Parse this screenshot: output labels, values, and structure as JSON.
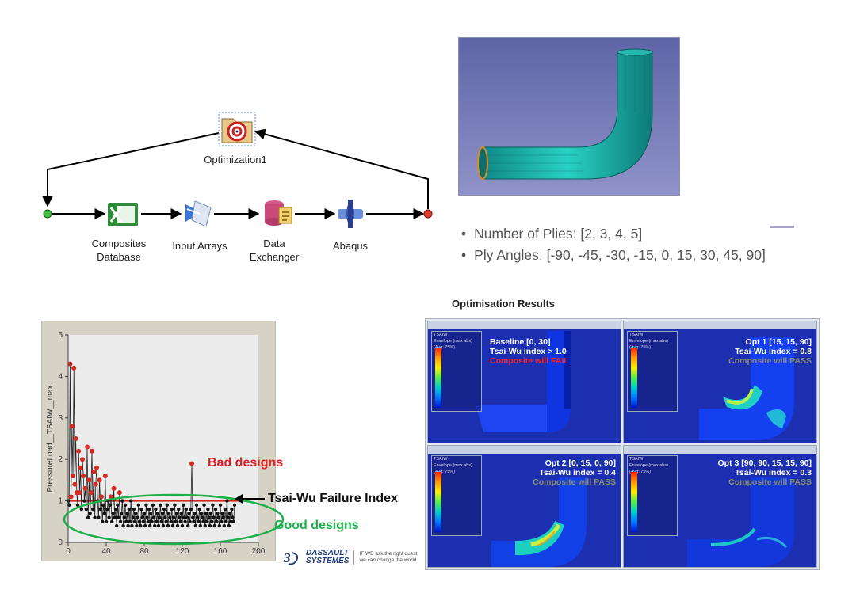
{
  "workflow": {
    "optimization_label": "Optimization1",
    "steps": [
      {
        "name": "composites-database",
        "label_line1": "Composites",
        "label_line2": "Database"
      },
      {
        "name": "input-arrays",
        "label_line1": "Input Arrays",
        "label_line2": ""
      },
      {
        "name": "data-exchanger",
        "label_line1": "Data",
        "label_line2": "Exchanger"
      },
      {
        "name": "abaqus",
        "label_line1": "Abaqus",
        "label_line2": ""
      }
    ]
  },
  "parameters": {
    "bullet_char": "•",
    "items": [
      {
        "text": "Number of Plies: [2, 3, 4, 5]"
      },
      {
        "text": "Ply Angles: [-90, -45, -30, -15, 0, 15, 30, 45, 90]"
      }
    ]
  },
  "results": {
    "title": "Optimisation Results",
    "legend_title": "TSAIW",
    "legend_sub1": "Envelope (max abs)",
    "legend_sub2": "(Avg: 75%)",
    "panels": [
      {
        "line1": "Baseline [0, 30]",
        "line2": "Tsai-Wu index > 1.0",
        "line3": "Composite will FAIL",
        "line3_color": "#ff2020"
      },
      {
        "line1": "Opt 1 [15, 15, 90]",
        "line2": "Tsai-Wu index = 0.8",
        "line3": "Composite will PASS",
        "line3_color": "#8a8a6a"
      },
      {
        "line1": "Opt 2 [0, 15, 0, 90]",
        "line2": "Tsai-Wu index = 0.4",
        "line3": "Composite will PASS",
        "line3_color": "#8a8a6a"
      },
      {
        "line1": "Opt 3 [90, 90, 15, 15, 90]",
        "line2": "Tsai-Wu index = 0.3",
        "line3": "Composite will PASS",
        "line3_color": "#8a8a6a"
      }
    ]
  },
  "annotations": {
    "bad": "Bad designs",
    "bad_color": "#e02020",
    "failure_index": "Tsai-Wu Failure Index",
    "good": "Good designs",
    "good_color": "#1db04a"
  },
  "logo": {
    "brand_line1": "DASSAULT",
    "brand_line2": "SYSTEMES",
    "tag1": "IF WE ask the right quest",
    "tag2": "we can change the world"
  },
  "chart_data": {
    "type": "scatter",
    "title": "",
    "xlabel": "",
    "ylabel": "PressureLoad__TSAIW__max",
    "xlim": [
      0,
      200
    ],
    "ylim": [
      0,
      5
    ],
    "x_ticks": [
      0,
      40,
      80,
      120,
      160,
      200
    ],
    "y_ticks": [
      0,
      1,
      2,
      3,
      4,
      5
    ],
    "threshold": 1.0,
    "colors": {
      "good": "#111111",
      "bad": "#d42a1e",
      "line": "#222222",
      "threshold": "#d42a1e"
    },
    "series": [
      {
        "x": [
          0,
          1,
          2,
          3,
          4,
          5,
          6,
          7,
          8,
          9,
          10,
          11,
          12,
          13,
          14,
          15,
          16,
          17,
          18,
          19,
          20,
          21,
          22,
          23,
          24,
          25,
          26,
          27,
          28,
          29,
          30,
          31,
          32,
          33,
          34,
          35,
          36,
          37,
          38,
          39,
          40,
          41,
          42,
          43,
          44,
          45,
          46,
          47,
          48,
          49,
          50,
          51,
          52,
          53,
          54,
          55,
          56,
          57,
          58,
          59,
          60,
          61,
          62,
          63,
          64,
          65,
          66,
          67,
          68,
          69,
          70,
          71,
          72,
          73,
          74,
          75,
          76,
          77,
          78,
          79,
          80,
          81,
          82,
          83,
          84,
          85,
          86,
          87,
          88,
          89,
          90,
          91,
          92,
          93,
          94,
          95,
          96,
          97,
          98,
          99,
          100,
          101,
          102,
          103,
          104,
          105,
          106,
          107,
          108,
          109,
          110,
          111,
          112,
          113,
          114,
          115,
          116,
          117,
          118,
          119,
          120,
          121,
          122,
          123,
          124,
          125,
          126,
          127,
          128,
          129,
          130,
          131,
          132,
          133,
          134,
          135,
          136,
          137,
          138,
          139,
          140,
          141,
          142,
          143,
          144,
          145,
          146,
          147,
          148,
          149,
          150,
          151,
          152,
          153,
          154,
          155,
          156,
          157,
          158,
          159,
          160,
          161,
          162,
          163,
          164,
          165,
          166,
          167,
          168,
          169,
          170,
          171,
          172,
          173,
          174,
          175
        ],
        "y": [
          1.0,
          0.9,
          4.3,
          1.1,
          2.8,
          1.6,
          4.2,
          1.4,
          2.5,
          1.2,
          0.9,
          2.2,
          1.2,
          1.8,
          0.8,
          2.0,
          1.6,
          1.0,
          1.3,
          0.8,
          2.3,
          0.6,
          1.5,
          0.7,
          1.2,
          2.2,
          0.8,
          1.7,
          0.6,
          1.4,
          1.8,
          1.0,
          0.6,
          1.5,
          0.8,
          1.1,
          0.5,
          0.9,
          0.7,
          1.6,
          0.5,
          0.8,
          1.0,
          0.6,
          0.9,
          1.1,
          0.5,
          0.7,
          1.3,
          0.6,
          0.8,
          0.4,
          0.9,
          0.6,
          1.2,
          0.5,
          0.7,
          1.0,
          0.4,
          0.6,
          0.9,
          0.5,
          0.7,
          0.4,
          0.8,
          0.5,
          1.0,
          0.4,
          0.6,
          0.8,
          0.5,
          0.7,
          0.4,
          0.6,
          0.9,
          0.5,
          0.4,
          0.8,
          0.6,
          0.5,
          0.7,
          0.4,
          0.9,
          0.6,
          0.5,
          0.8,
          0.4,
          0.7,
          0.5,
          0.9,
          0.6,
          0.4,
          0.8,
          0.5,
          0.7,
          0.4,
          0.6,
          0.9,
          0.5,
          0.7,
          0.4,
          0.8,
          0.6,
          0.5,
          0.9,
          0.4,
          0.7,
          0.6,
          0.5,
          0.8,
          0.4,
          0.6,
          0.9,
          0.5,
          0.7,
          0.4,
          0.8,
          0.6,
          0.5,
          0.7,
          0.4,
          0.9,
          0.6,
          0.5,
          0.8,
          0.6,
          0.4,
          0.7,
          0.5,
          0.8,
          1.9,
          0.6,
          0.5,
          0.7,
          0.4,
          0.9,
          0.6,
          0.5,
          0.8,
          0.4,
          0.7,
          0.6,
          0.5,
          0.9,
          0.4,
          0.7,
          0.5,
          0.8,
          0.6,
          0.4,
          0.7,
          0.5,
          0.9,
          0.6,
          0.4,
          0.8,
          0.5,
          0.7,
          0.6,
          0.4,
          0.9,
          0.5,
          0.7,
          0.6,
          0.4,
          0.8,
          0.5,
          1.0,
          0.6,
          0.4,
          0.7,
          0.5,
          0.8,
          0.6,
          0.5,
          0.9
        ]
      }
    ]
  }
}
